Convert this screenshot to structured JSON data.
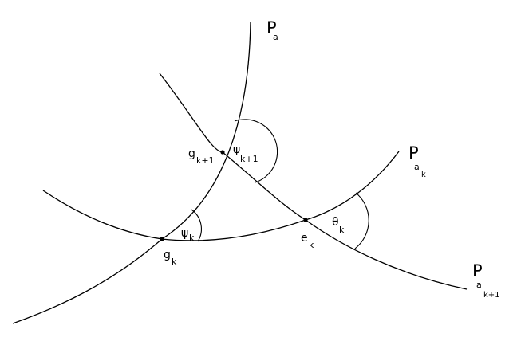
{
  "curves": [
    {
      "id": "Pa",
      "label_main": "P",
      "label_sub": "a",
      "label_subsub": ""
    },
    {
      "id": "Pak",
      "label_main": "P",
      "label_sub": "a",
      "label_subsub": "k"
    },
    {
      "id": "Pak1",
      "label_main": "P",
      "label_sub": "a",
      "label_subsub": "k+1"
    }
  ],
  "points": [
    {
      "id": "gk",
      "main": "g",
      "sub": "k"
    },
    {
      "id": "gk1",
      "main": "g",
      "sub": "k+1"
    },
    {
      "id": "ek",
      "main": "e",
      "sub": "k"
    }
  ],
  "angles": [
    {
      "id": "psik",
      "main": "ψ",
      "sub": "k"
    },
    {
      "id": "psik1",
      "main": "ψ",
      "sub": "k+1"
    },
    {
      "id": "thetak",
      "main": "θ",
      "sub": "k"
    }
  ]
}
